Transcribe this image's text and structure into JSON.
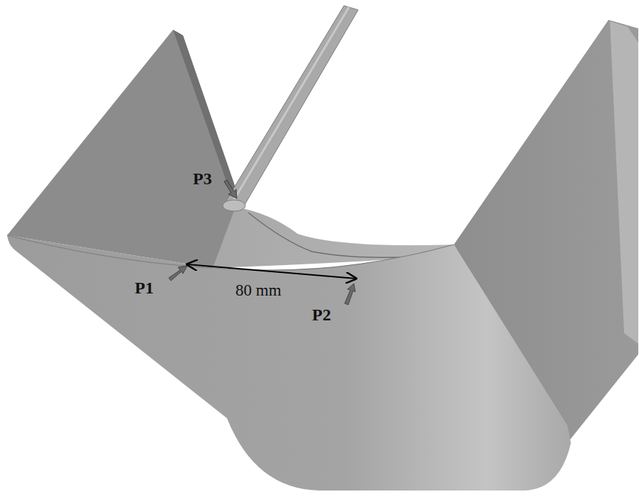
{
  "diagram": {
    "labels": [
      "P3",
      "P1",
      "80 mm",
      "P2"
    ]
  }
}
